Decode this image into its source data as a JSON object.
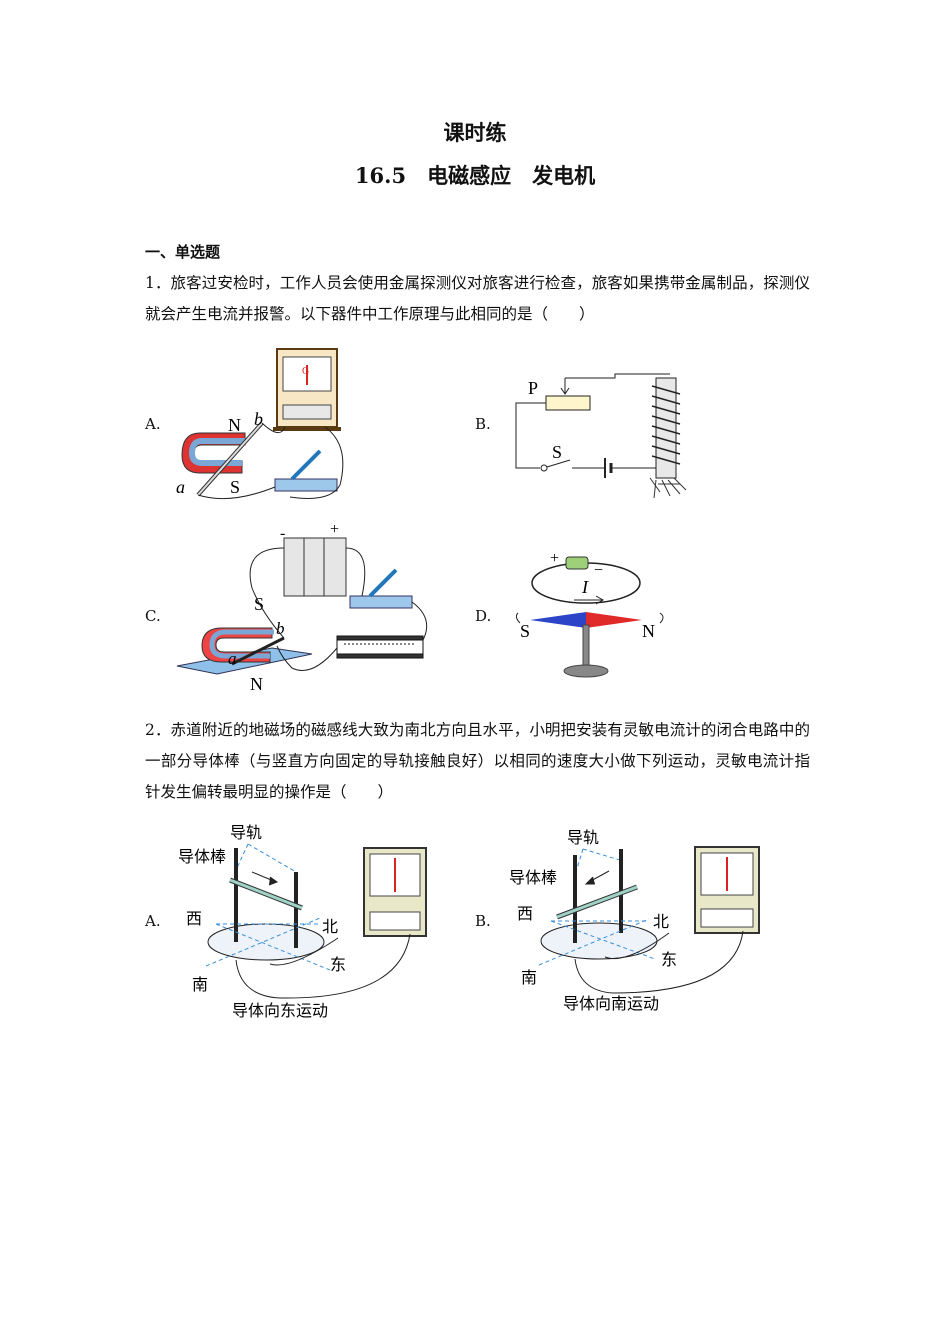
{
  "header": {
    "title": "课时练",
    "subtitle": "16.5　电磁感应　发电机"
  },
  "section": "一、单选题",
  "questions": [
    {
      "text": "1．旅客过安检时，工作人员会使用金属探测仪对旅客进行检查，旅客如果携带金属制品，探测仪就会产生电流并报警。以下器件中工作原理与此相同的是（　　）",
      "options": [
        {
          "letter": "A.",
          "figure": {
            "N": "N",
            "S": "S",
            "a": "a",
            "b": "b",
            "G": "G"
          }
        },
        {
          "letter": "B.",
          "figure": {
            "P": "P",
            "S": "S"
          }
        },
        {
          "letter": "C.",
          "figure": {
            "S": "S",
            "N": "N",
            "a": "a",
            "b": "b",
            "plus": "+",
            "minus": "-"
          }
        },
        {
          "letter": "D.",
          "figure": {
            "plus": "+",
            "minus": "−",
            "I": "I",
            "S": "S",
            "N": "N"
          }
        }
      ]
    },
    {
      "text": "2．赤道附近的地磁场的磁感线大致为南北方向且水平，小明把安装有灵敏电流计的闭合电路中的一部分导体棒（与竖直方向固定的导轨接触良好）以相同的速度大小做下列运动，灵敏电流计指针发生偏转最明显的操作是（　　）",
      "options": [
        {
          "letter": "A.",
          "figure": {
            "rail": "导轨",
            "rod": "导体棒",
            "west": "西",
            "north": "北",
            "east": "东",
            "south": "南",
            "caption": "导体向东运动"
          }
        },
        {
          "letter": "B.",
          "figure": {
            "rail": "导轨",
            "rod": "导体棒",
            "west": "西",
            "north": "北",
            "east": "东",
            "south": "南",
            "caption": "导体向南运动"
          }
        }
      ]
    }
  ]
}
